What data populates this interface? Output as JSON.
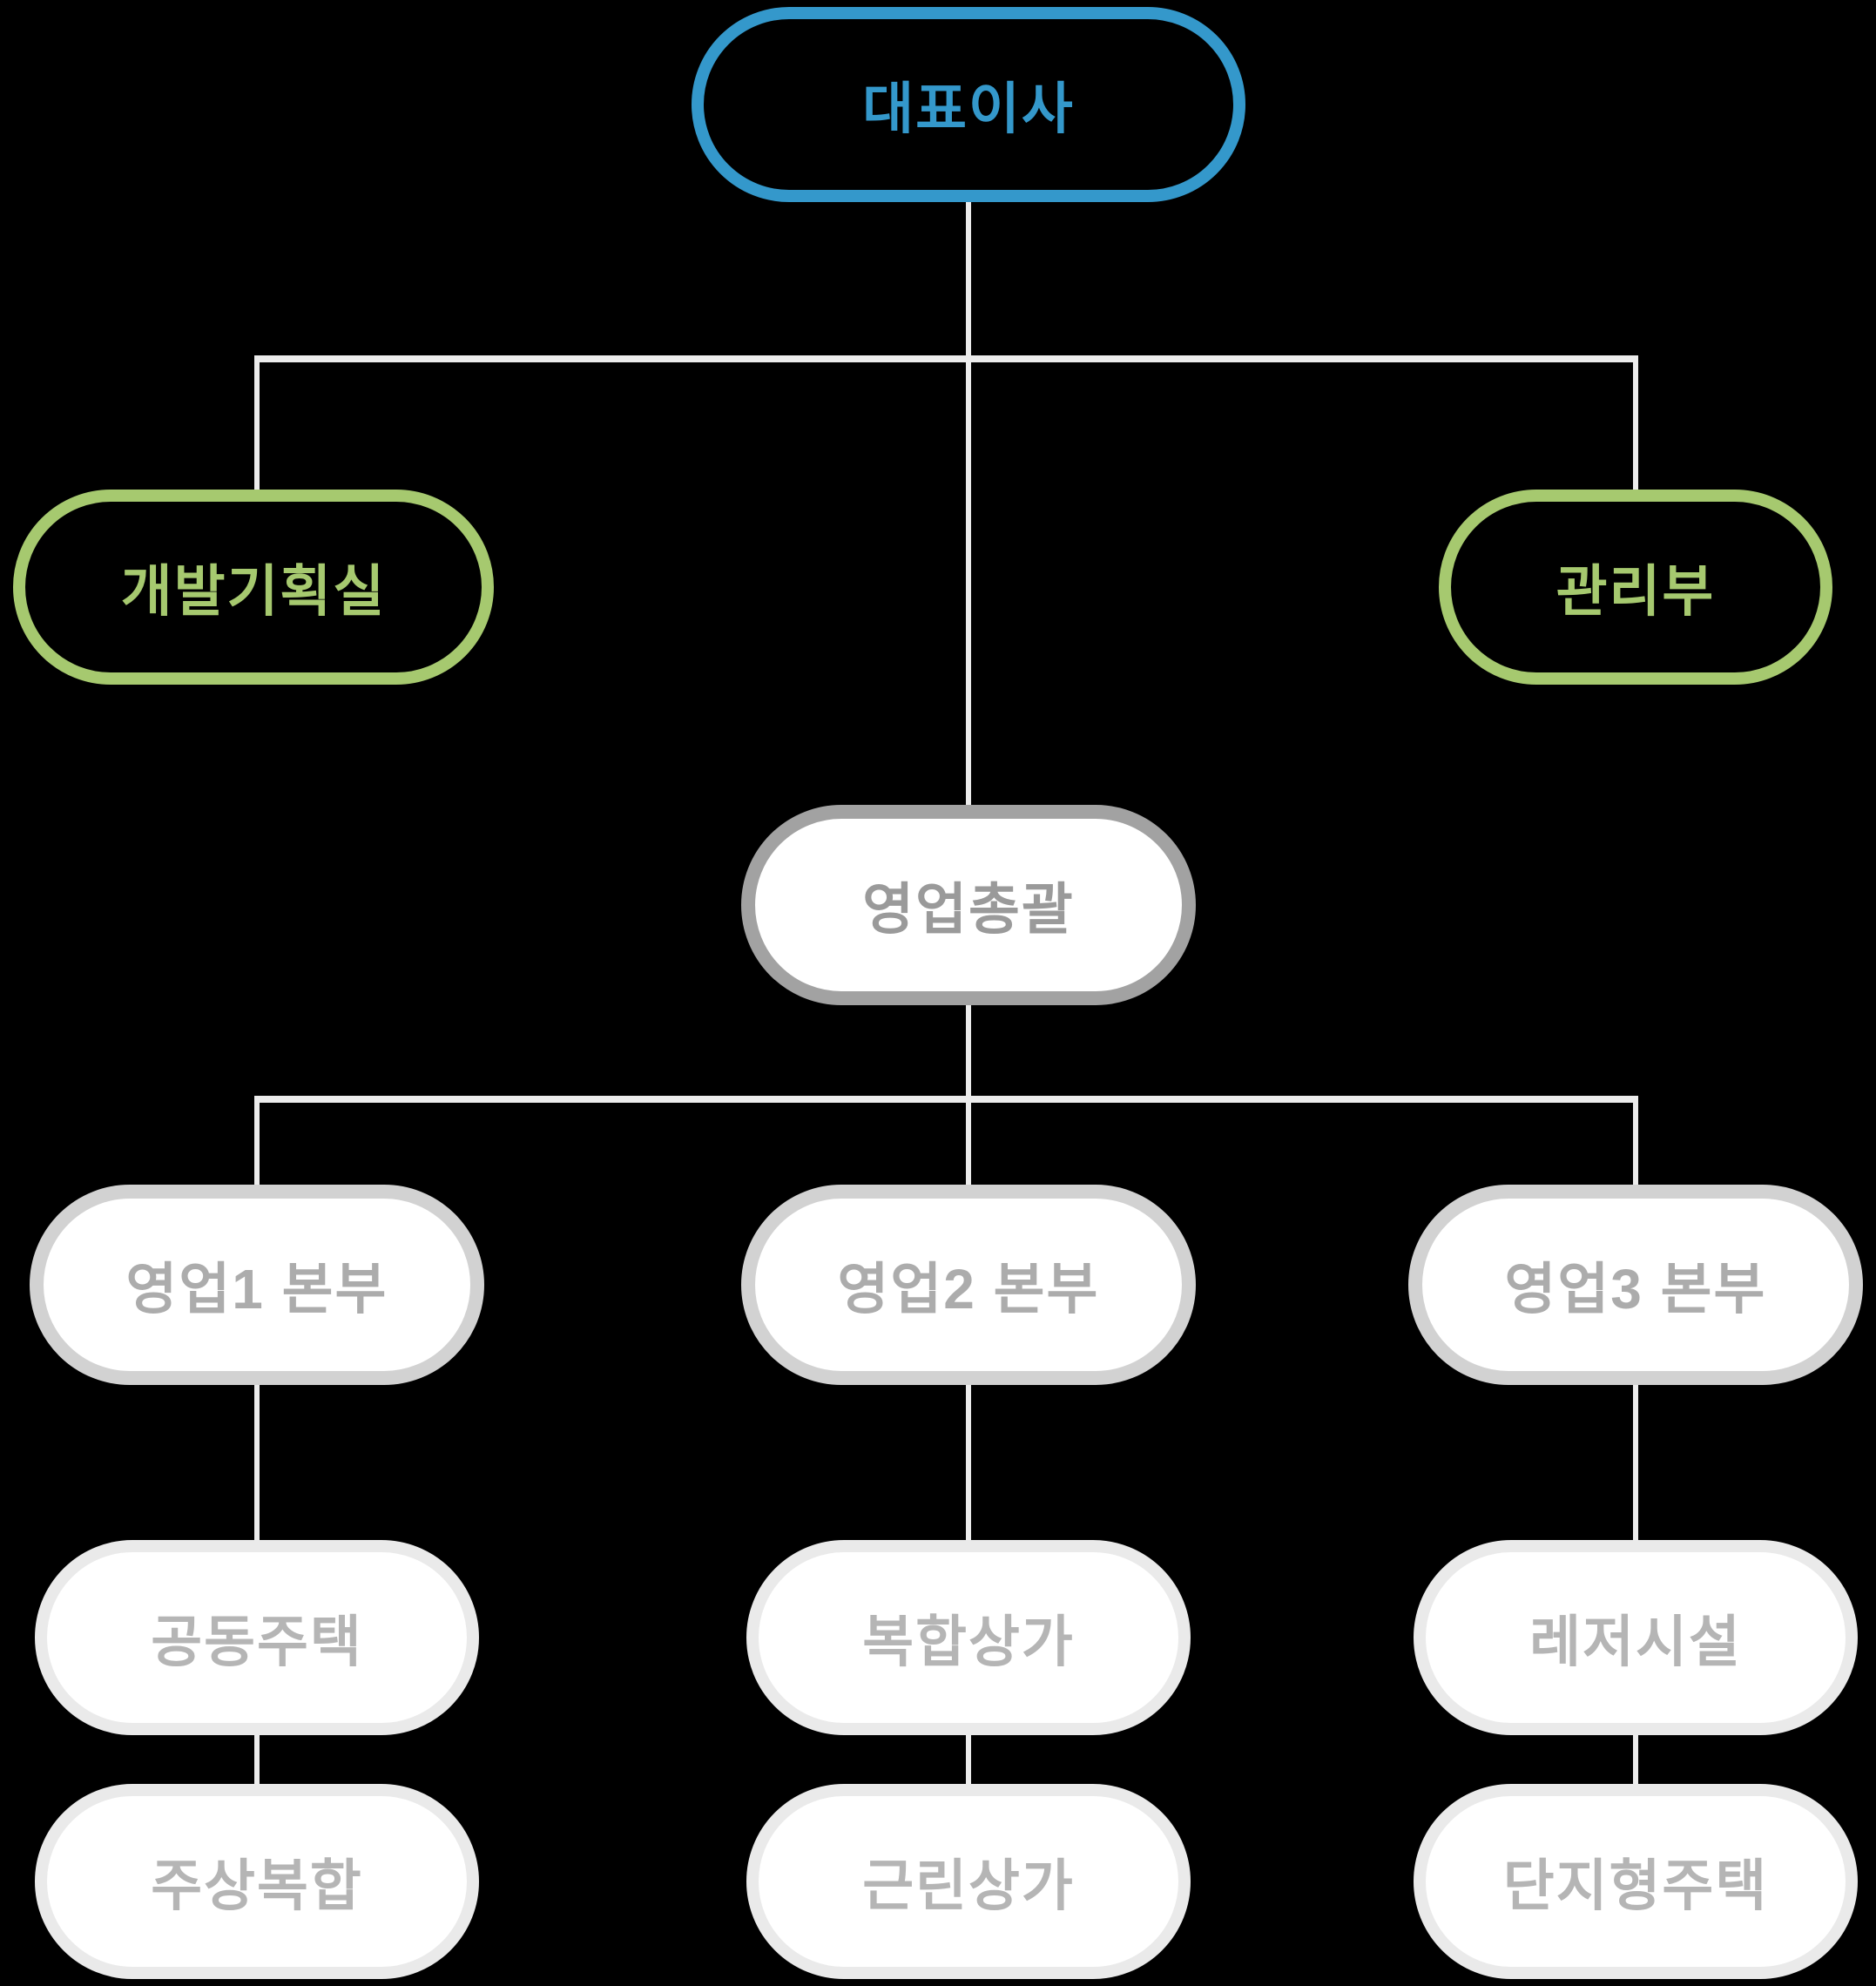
{
  "diagram": {
    "type": "org-chart",
    "nodes": {
      "ceo": {
        "label": "대표이사",
        "level": 1,
        "style": "blue"
      },
      "dev_planning": {
        "label": "개발기획실",
        "level": 2,
        "style": "green"
      },
      "management": {
        "label": "관리부",
        "level": 2,
        "style": "green"
      },
      "sales_general": {
        "label": "영업총괄",
        "level": 3,
        "style": "gray-strong"
      },
      "sales1": {
        "label": "영업1 본부",
        "level": 4,
        "style": "gray-mid"
      },
      "sales2": {
        "label": "영업2 본부",
        "level": 4,
        "style": "gray-mid"
      },
      "sales3": {
        "label": "영업3 본부",
        "level": 4,
        "style": "gray-mid"
      },
      "apartment": {
        "label": "공동주택",
        "level": 5,
        "style": "gray-light"
      },
      "mixed_mall": {
        "label": "복합상가",
        "level": 5,
        "style": "gray-light"
      },
      "leisure": {
        "label": "레저시설",
        "level": 5,
        "style": "gray-light"
      },
      "mixed_use": {
        "label": "주상복합",
        "level": 6,
        "style": "gray-light"
      },
      "neighborhood_mall": {
        "label": "근린상가",
        "level": 6,
        "style": "gray-light"
      },
      "complex_housing": {
        "label": "단지형주택",
        "level": 6,
        "style": "gray-light"
      }
    },
    "edges": [
      [
        "ceo",
        "dev_planning"
      ],
      [
        "ceo",
        "management"
      ],
      [
        "ceo",
        "sales_general"
      ],
      [
        "sales_general",
        "sales1"
      ],
      [
        "sales_general",
        "sales2"
      ],
      [
        "sales_general",
        "sales3"
      ],
      [
        "sales1",
        "apartment"
      ],
      [
        "sales2",
        "mixed_mall"
      ],
      [
        "sales3",
        "leisure"
      ],
      [
        "apartment",
        "mixed_use"
      ],
      [
        "mixed_mall",
        "neighborhood_mall"
      ],
      [
        "leisure",
        "complex_housing"
      ]
    ]
  },
  "colors": {
    "background": "#000000",
    "accent_blue": "#3498cb",
    "accent_green": "#a6c96f",
    "gray_dark": "#a2a2a2",
    "gray_mid": "#d2d2d2",
    "gray_light": "#eaeaea",
    "text_gray_dark": "#9a9a9a",
    "text_gray_mid": "#acacac",
    "text_gray_light": "#b5b5b5",
    "node_fill": "#ffffff",
    "line": "#ececec"
  }
}
